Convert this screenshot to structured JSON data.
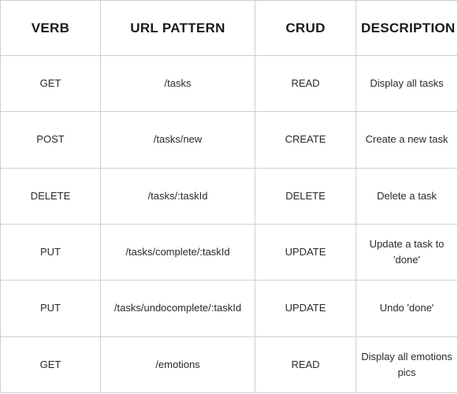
{
  "table": {
    "headers": [
      "VERB",
      "URL PATTERN",
      "CRUD",
      "DESCRIPTION"
    ],
    "rows": [
      {
        "verb": "GET",
        "url": "/tasks",
        "crud": "READ",
        "description": "Display all tasks"
      },
      {
        "verb": "POST",
        "url": "/tasks/new",
        "crud": "CREATE",
        "description": "Create a new task"
      },
      {
        "verb": "DELETE",
        "url": "/tasks/:taskId",
        "crud": "DELETE",
        "description": "Delete a task"
      },
      {
        "verb": "PUT",
        "url": "/tasks/complete/:taskId",
        "crud": "UPDATE",
        "description": "Update a task to 'done'"
      },
      {
        "verb": "PUT",
        "url": "/tasks/undocomplete/:taskId",
        "crud": "UPDATE",
        "description": "Undo 'done'"
      },
      {
        "verb": "GET",
        "url": "/emotions",
        "crud": "READ",
        "description": "Display all emotions pics"
      }
    ]
  },
  "colors": {
    "border": "#cfcfcf",
    "text": "#2a2a2a",
    "header_text": "#1a1a1a",
    "background": "#ffffff"
  }
}
